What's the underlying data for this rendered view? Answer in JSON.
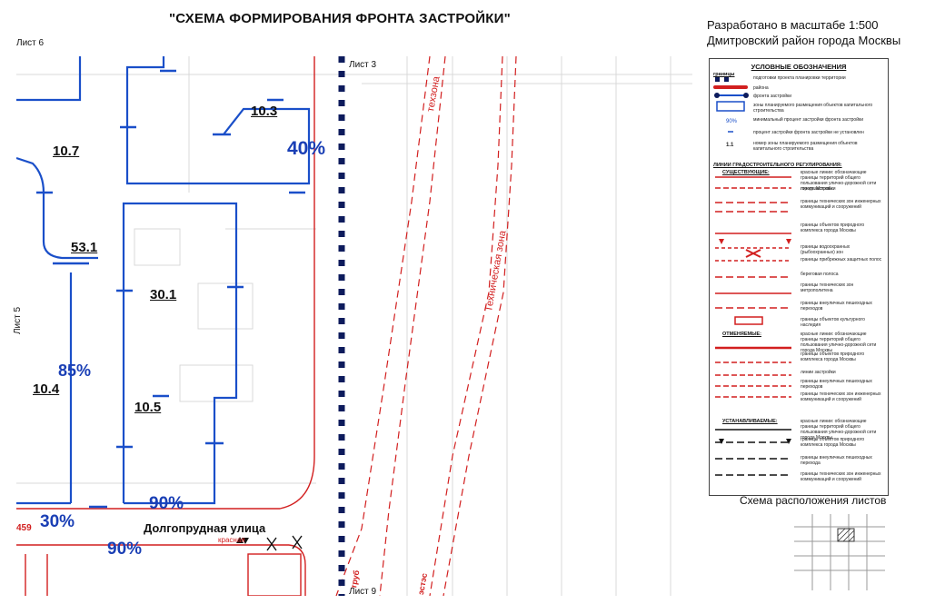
{
  "header": {
    "title": "\"СХЕМА ФОРМИРОВАНИЯ ФРОНТА ЗАСТРОЙКИ\"",
    "scale_note": "Разработано в масштабе 1:500",
    "district": "Дмитровский район города Москвы"
  },
  "sheets": {
    "top_left": "Лист 6",
    "top": "Лист 3",
    "left": "Лист 5",
    "bottom": "Лист 9"
  },
  "map": {
    "zones": [
      "10.7",
      "10.3",
      "53.1",
      "30.1",
      "10.4",
      "10.5"
    ],
    "percents": [
      "40%",
      "85%",
      "90%",
      "30%",
      "90%"
    ],
    "street": "Долгопрудная улица",
    "red_texts": [
      "техзона",
      "Техническая зона",
      "красная",
      "459",
      "труб",
      "эстэс"
    ]
  },
  "legend": {
    "title": "УСЛОВНЫЕ ОБОЗНАЧЕНИЯ",
    "groups_label": "границы",
    "items_top": [
      "подготовки проекта планировки территории",
      "района",
      "фронта застройки",
      "зоны планируемого размещения объектов капитального строительства",
      "минимальный процент застройки фронта застройки",
      "процент застройки фронта застройки не установлен",
      "номер зоны планируемого размещения объектов капитального строительства"
    ],
    "pct_sample": "90%",
    "num_sample": "1.1",
    "section_reg": "ЛИНИИ ГРАДОСТРОИТЕЛЬНОГО РЕГУЛИРОВАНИЯ:",
    "existing": "СУЩЕСТВУЮЩИЕ:",
    "items_existing": [
      "красные линии: обозначающие границы территорий общего пользования улично-дорожной сети города Москвы",
      "линия застройки",
      "границы технических зон инженерных коммуникаций и сооружений",
      "границы объектов природного комплекса города Москвы",
      "границы водоохранных (рыбоохранных) зон",
      "границы прибрежных защитных полос",
      "береговая полоса",
      "границы технических зон метрополитена",
      "границы внеуличных пешеходных переходов",
      "границы объектов культурного наследия"
    ],
    "cancelled": "ОТМЕНЯЕМЫЕ:",
    "items_cancelled": [
      "красные линии: обозначающие границы территорий общего пользования улично-дорожной сети города Москвы",
      "границы объектов природного комплекса города Москвы",
      "линии застройки",
      "границы внеуличных пешеходных переходов",
      "границы технических зон инженерных коммуникаций и сооружений"
    ],
    "established": "УСТАНАВЛИВАЕМЫЕ:",
    "items_established": [
      "красные линии: обозначающие границы территорий общего пользования улично-дорожной сети города Москвы",
      "границы объектов природного комплекса города Москвы",
      "границы внеуличных пешеходных перехода",
      "границы технических зон инженерных коммуникаций и сооружений"
    ]
  },
  "sheet_scheme": {
    "title": "Схема расположения листов"
  },
  "colors": {
    "red": "#d21f1f",
    "blue": "#1a3fb5",
    "navy": "#0d1b5c",
    "grid": "#cfcfcf"
  }
}
